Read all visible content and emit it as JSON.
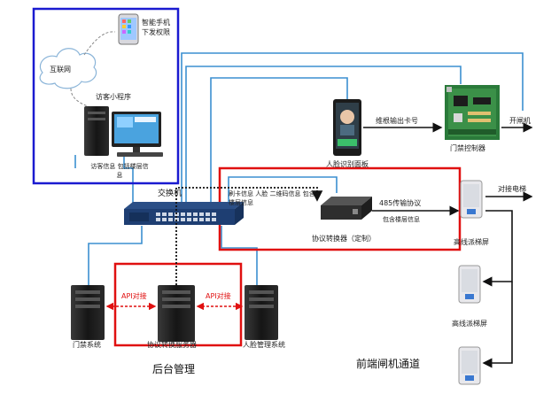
{
  "labels": {
    "smartphone": "智能手机",
    "issue_permission": "下发权限",
    "internet": "互联网",
    "visitor_miniprogram": "访客小程序",
    "visitor_info": "访客信息 包括楼层信息",
    "switch": "交换机",
    "face_panel": "人脸识别面板",
    "wiegand_output": "维根输出卡号",
    "access_controller": "门禁控制器",
    "open_gate": "开闸机",
    "elevator_link": "对接电梯",
    "card_face_qr": "刷卡信息 人脸 二维码信息 包含楼层信息",
    "protocol_485": "485传输协议",
    "floor_info": "包含楼层信息",
    "protocol_converter": "协议转换器（定制）",
    "elevator_screen_1": "高线派梯屏",
    "elevator_screen_2": "高线派梯屏",
    "api_left": "API对接",
    "api_right": "API对接",
    "access_system": "门禁系统",
    "protocol_server": "协议转换服务器",
    "face_mgmt": "人脸管理系统",
    "backend": "后台管理",
    "frontend": "前端闸机通道"
  },
  "colors": {
    "blue_box": "#1a1ad0",
    "red_box": "#e01010",
    "link": "#3b8fd0",
    "black": "#111111"
  }
}
